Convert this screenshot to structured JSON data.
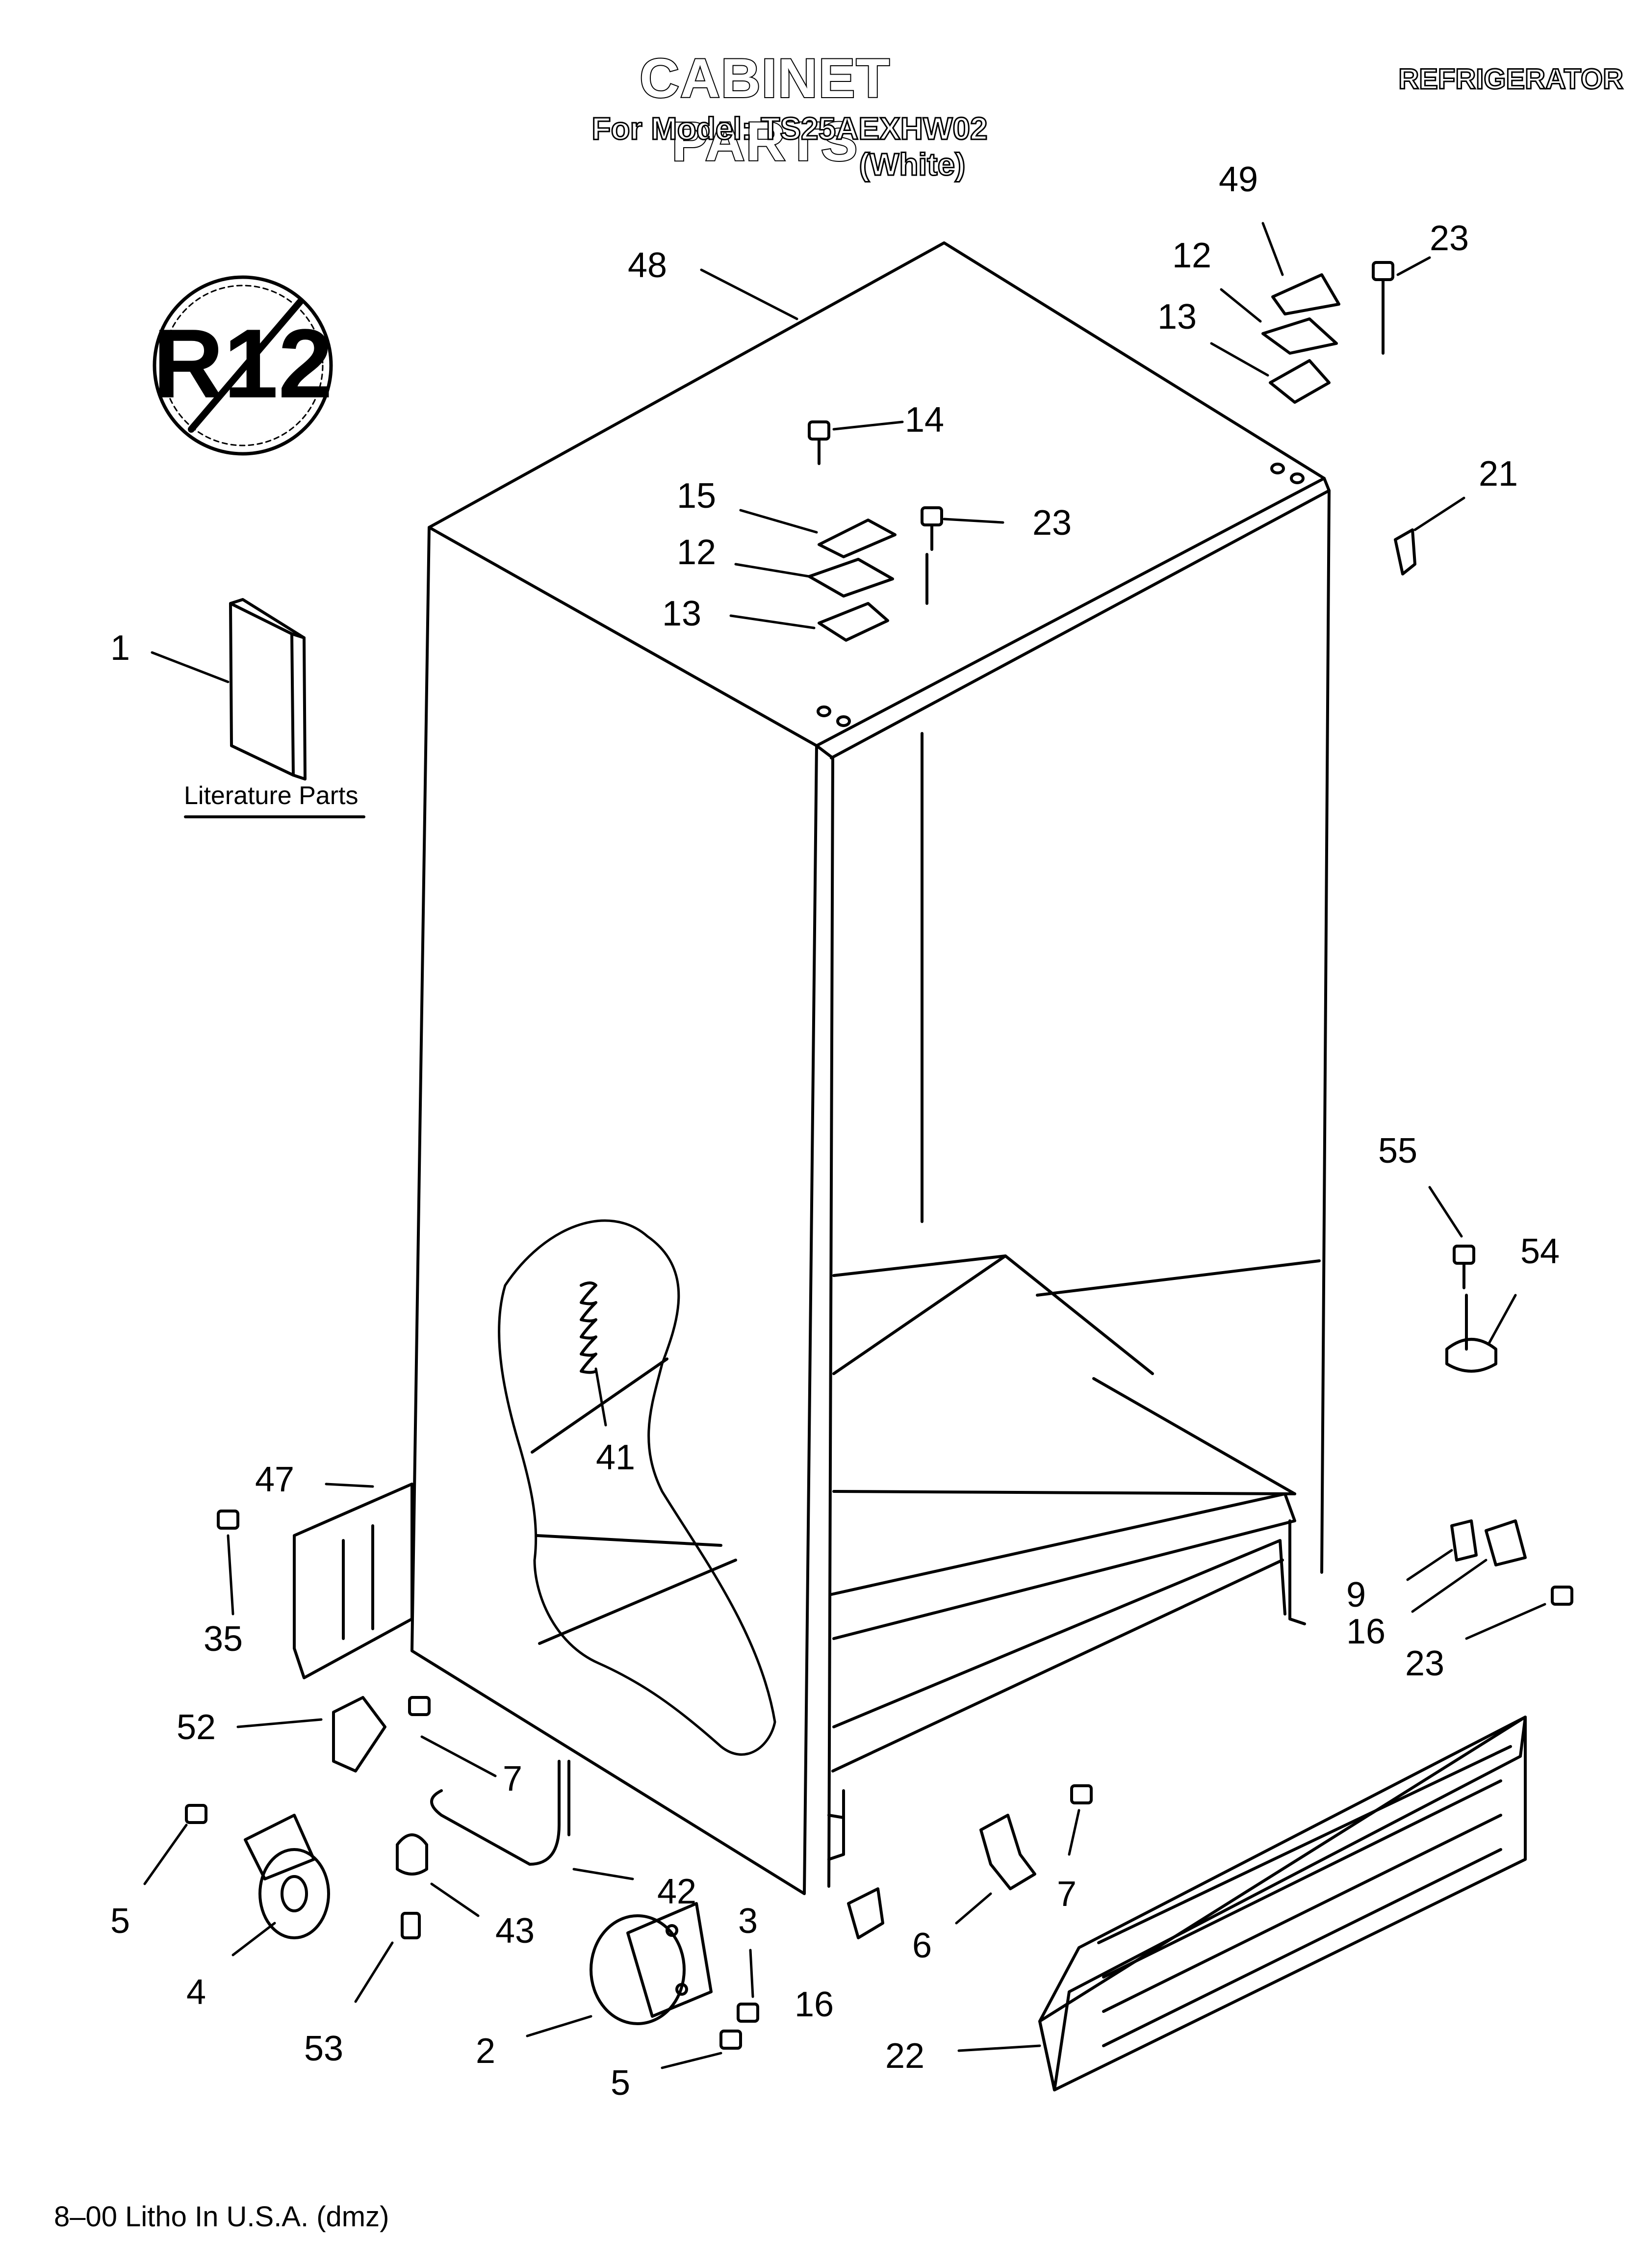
{
  "header": {
    "title": "CABINET PARTS",
    "model_line": "For Model: TS25AEXHW02",
    "color_line": "(White)",
    "category": "REFRIGERATOR"
  },
  "footer": {
    "litho": "8–00 Litho In U.S.A. (dmz)"
  },
  "literature_label": "Literature Parts",
  "r12_badge": "R12",
  "callouts": {
    "c48": "48",
    "c49": "49",
    "c23a": "23",
    "c12a": "12",
    "c13a": "13",
    "c14": "14",
    "c15": "15",
    "c23b": "23",
    "c12b": "12",
    "c13b": "13",
    "c21": "21",
    "c1": "1",
    "c55": "55",
    "c54": "54",
    "c41": "41",
    "c47": "47",
    "c35": "35",
    "c9": "9",
    "c16a": "16",
    "c23c": "23",
    "c52": "52",
    "c7a": "7",
    "c42": "42",
    "c43": "43",
    "c5a": "5",
    "c4": "4",
    "c53": "53",
    "c3": "3",
    "c2": "2",
    "c5b": "5",
    "c16b": "16",
    "c6": "6",
    "c7b": "7",
    "c22": "22"
  }
}
